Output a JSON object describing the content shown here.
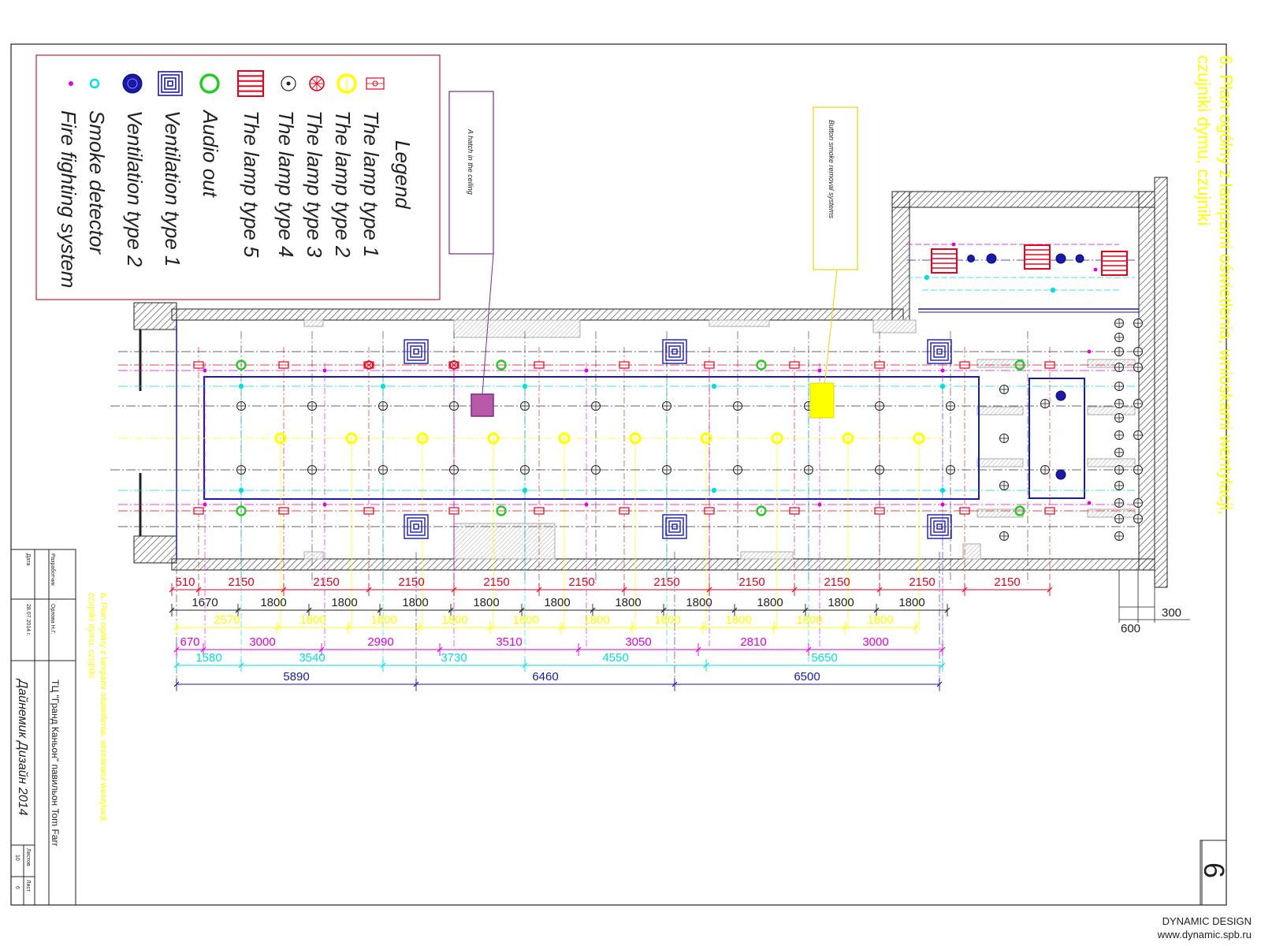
{
  "legend": {
    "title": "Legend",
    "items": [
      {
        "label": "The lamp type 1",
        "icon": "lamp-type-1-icon"
      },
      {
        "label": "The lamp type 2",
        "icon": "lamp-type-2-icon"
      },
      {
        "label": "The lamp type 3",
        "icon": "lamp-type-3-icon"
      },
      {
        "label": "The lamp type 4",
        "icon": "lamp-type-4-icon"
      },
      {
        "label": "The lamp type 5",
        "icon": "lamp-type-5-icon"
      },
      {
        "label": "Audio out",
        "icon": "audio-out-icon"
      },
      {
        "label": "Ventilation type 1",
        "icon": "ventilation-type-1-icon"
      },
      {
        "label": "Ventilation type 2",
        "icon": "ventilation-type-2-icon"
      },
      {
        "label": "Smoke detector",
        "icon": "smoke-detector-icon"
      },
      {
        "label": "Fire fighting system",
        "icon": "fire-fighting-icon"
      }
    ]
  },
  "callouts": {
    "hatch": "A hatch in the ceiling",
    "button": "Button smoke removal systems"
  },
  "title": {
    "line1": "6. Plan ogólny z lampami oświetlenia, wnioskami wentylacji,",
    "line2": "czujniki dymu, czujniki"
  },
  "stamp": {
    "sheet_number": "6",
    "small_title1": "6. Plan ogólny z lampami oświetlenia, wnioskami wentylacji,",
    "small_title2": "czujniki dymu, czujniki",
    "project": "ТЦ \"Гранд Каньон\" павильон Tom Farr",
    "company": "Дайнемик Дизайн 2014",
    "role1": "Разработчик",
    "role2": "Дата",
    "name1": "Орлова Н.Г.",
    "date1": "28.07.2014 г.",
    "sheets_label": "Листов",
    "sheets_value": "10",
    "sheet_label": "Лист",
    "sheet_value": "6"
  },
  "dimensions": {
    "red_row": [
      "510",
      "2150",
      "2150",
      "2150",
      "2150",
      "2150",
      "2150",
      "2150",
      "2150",
      "2150",
      "2150"
    ],
    "black_row": [
      "1670",
      "1800",
      "1800",
      "1800",
      "1800",
      "1800",
      "1800",
      "1800",
      "1800",
      "1800",
      "1800"
    ],
    "yellow_row": [
      "2570",
      "1800",
      "1800",
      "1800",
      "1800",
      "1800",
      "1800",
      "1800",
      "1800",
      "1800"
    ],
    "magenta_row": [
      "670",
      "3000",
      "2990",
      "3510",
      "3050",
      "2810",
      "3000"
    ],
    "cyan_row": [
      "1580",
      "3540",
      "3730",
      "4550",
      "5650"
    ],
    "blue_row": [
      "5890",
      "6460",
      "6500"
    ],
    "right_300": "300",
    "right_600": "600"
  },
  "footer": {
    "line1": "DYNAMIC DESIGN",
    "line2": "www.dynamic.spb.ru"
  },
  "colors": {
    "red": "#e8001c",
    "yellow": "#ffff00",
    "green": "#22cc22",
    "blue": "#1a1aa8",
    "cyan": "#00e0e0",
    "magenta": "#e000e0",
    "purple": "#7a2a8a"
  }
}
